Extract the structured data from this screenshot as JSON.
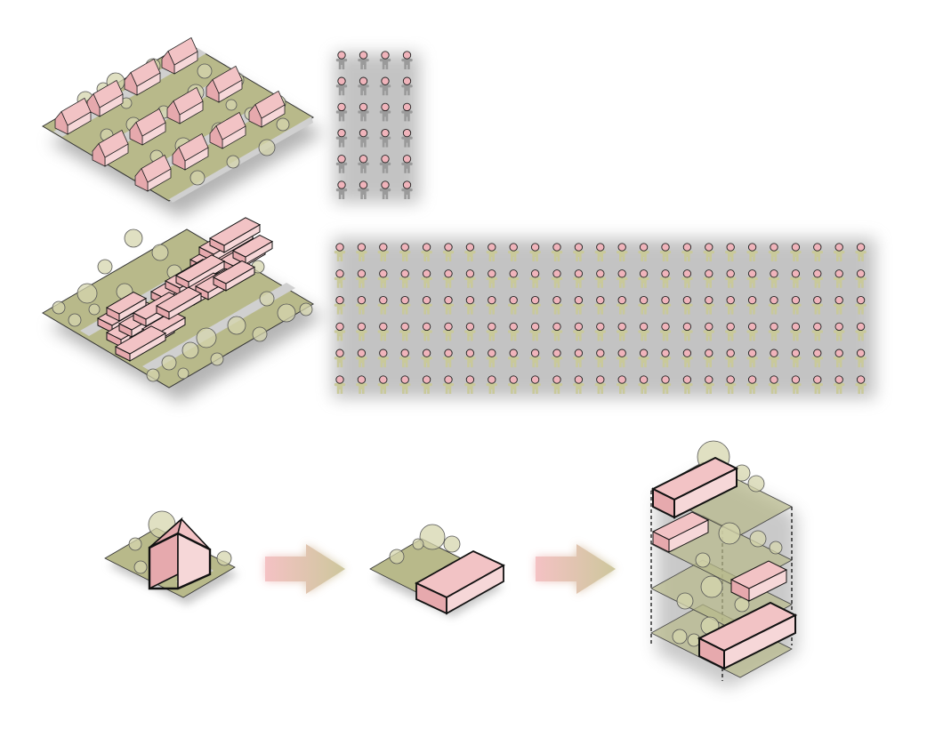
{
  "colors": {
    "ground": "#b8b98a",
    "ground_dark": "#8f9063",
    "road": "#d0d0d0",
    "roof": "#f2c3c5",
    "roof_side": "#e6a9ad",
    "wall": "#f6d7d8",
    "tree_fill": "#d6d6ad",
    "stroke": "#1b1b1b",
    "person_grey": "#9a9a9a",
    "person_olive": "#c9c99a",
    "person_head": "#f0b4bb",
    "arrow_start": "#f4c2c4",
    "arrow_end": "#cdc79c",
    "shadow": "#9b9b9b"
  },
  "panels": {
    "low_density_neighbourhood": {
      "icon": "detached-houses-isometric",
      "house_rows": 3,
      "houses_per_row": 4
    },
    "low_density_population": {
      "icon": "person-icon",
      "rows": 6,
      "columns": 4,
      "person_color": "grey"
    },
    "high_density_neighbourhood": {
      "icon": "stacked-blocks-isometric"
    },
    "high_density_population": {
      "icon": "person-icon",
      "rows": 6,
      "columns": 25,
      "person_color": "olive"
    }
  },
  "process": {
    "steps": [
      {
        "icon": "house-on-plot-icon"
      },
      {
        "icon": "flat-block-on-plot-icon"
      },
      {
        "icon": "stacked-plots-icon"
      }
    ],
    "arrows": [
      {
        "icon": "gradient-arrow-icon"
      },
      {
        "icon": "gradient-arrow-icon"
      }
    ]
  }
}
